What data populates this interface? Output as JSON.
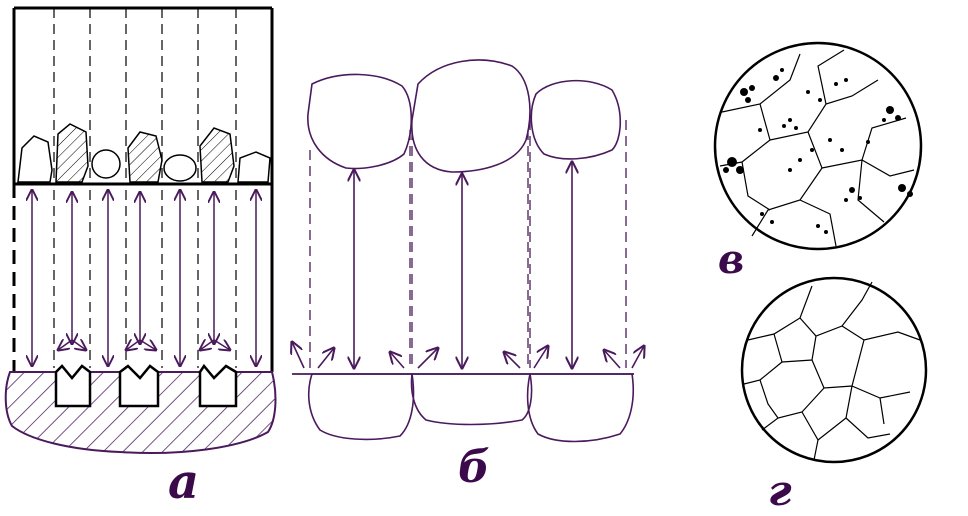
{
  "labels": {
    "a": "а",
    "b": "б",
    "v": "в",
    "g": "г"
  },
  "colors": {
    "ink": "#4a1a5c",
    "frame": "#000000",
    "label": "#3b0a4a"
  }
}
